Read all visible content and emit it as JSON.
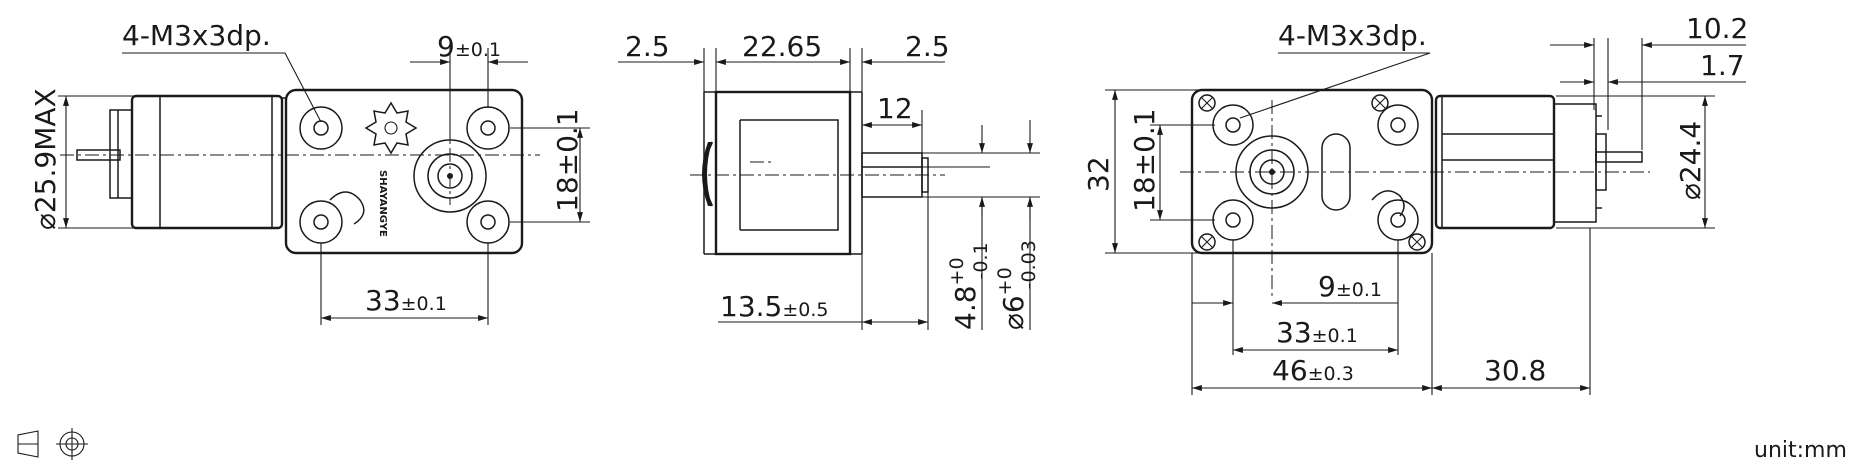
{
  "view1": {
    "thread_note": "4-M3x3dp.",
    "dim_shaft_offset": "9",
    "dim_shaft_offset_tol": "±0.1",
    "dim_hole_vertical": "18±0.1",
    "dim_hole_horizontal": "33",
    "dim_hole_horizontal_tol": "±0.1",
    "dim_motor_diameter": "⌀25.9MAX",
    "logo_text": "SHAYANGYE"
  },
  "view2": {
    "dim_left": "2.5",
    "dim_body": "22.65",
    "dim_right": "2.5",
    "dim_shaft_len": "12",
    "dim_overall": "13.5",
    "dim_overall_tol": "±0.5",
    "dim_flat": "4.8",
    "dim_flat_tol_upper": "+0",
    "dim_flat_tol_lower": "-0.1",
    "dim_shaft_dia": "⌀6",
    "dim_shaft_dia_tol_upper": "+0",
    "dim_shaft_dia_tol_lower": "-0.03"
  },
  "view3": {
    "thread_note": "4-M3x3dp.",
    "dim_top_1": "10.2",
    "dim_top_2": "1.7",
    "dim_height": "32",
    "dim_hole_vertical": "18±0.1",
    "dim_motor_diameter": "⌀24.4",
    "dim_shaft_offset": "9",
    "dim_shaft_offset_tol": "±0.1",
    "dim_hole_horizontal": "33",
    "dim_hole_horizontal_tol": "±0.1",
    "dim_width": "46",
    "dim_width_tol": "±0.3",
    "dim_motor_length": "30.8"
  },
  "footer": {
    "unit_label": "unit:mm"
  }
}
